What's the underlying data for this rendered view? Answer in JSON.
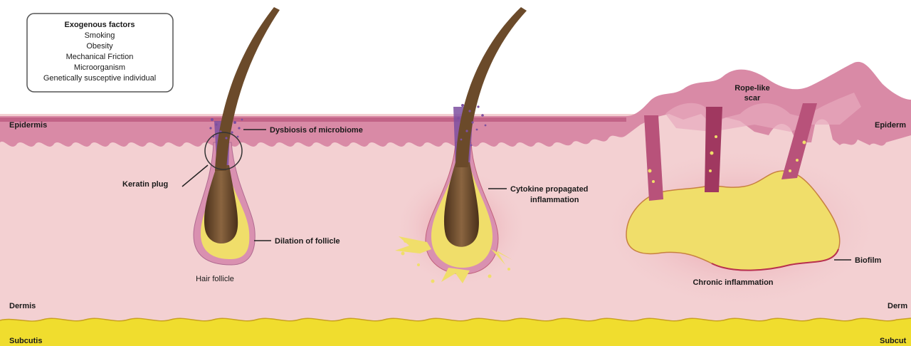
{
  "factors_box": {
    "title": "Exogenous factors",
    "items": [
      "Smoking",
      "Obesity",
      "Mechanical Friction",
      "Microorganism",
      "Genetically susceptive individual"
    ]
  },
  "layers": {
    "epidermis_left": "Epidermis",
    "epidermis_right": "Epiderm",
    "dermis_left": "Dermis",
    "dermis_right": "Derm",
    "subcutis_left": "Subcutis",
    "subcutis_right": "Subcut"
  },
  "stage1": {
    "dysbiosis": "Dysbiosis of microbiome",
    "keratin_plug": "Keratin plug",
    "dilation": "Dilation of follicle",
    "hair_follicle": "Hair follicle"
  },
  "stage2": {
    "cytokine_line1": "Cytokine propagated",
    "cytokine_line2": "inflammation"
  },
  "stage3": {
    "rope_line1": "Rope-like",
    "rope_line2": "scar",
    "biofilm": "Biofilm",
    "chronic": "Chronic inflammation"
  },
  "colors": {
    "epidermis": "#c8708f",
    "dermis": "#f3d0d2",
    "subcutis": "#f0dd2e",
    "pus": "#f0de6a",
    "hair": "#6b4a2a",
    "microbiome": "#7c4fa0"
  }
}
